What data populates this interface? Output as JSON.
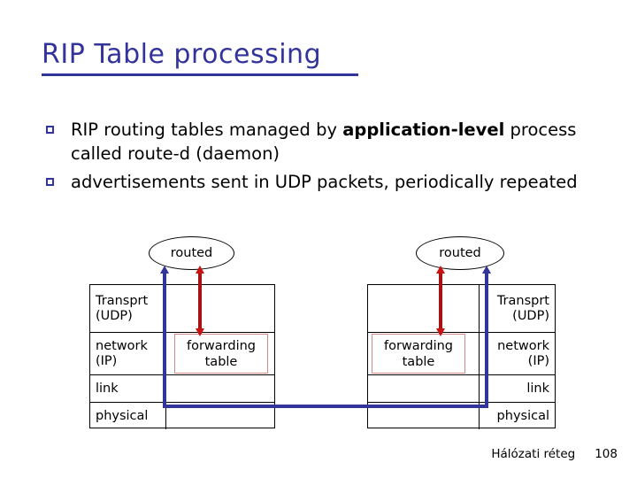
{
  "slide": {
    "title": "RIP Table processing",
    "bullets": [
      {
        "marker": "square-bullet",
        "text_before": "RIP routing tables managed by ",
        "bold": "application-level",
        "text_after": " process called route-d (daemon)"
      },
      {
        "marker": "square-bullet",
        "text_before": "advertisements sent in UDP packets, periodically repeated",
        "bold": "",
        "text_after": ""
      }
    ],
    "diagram": {
      "left_node": {
        "daemon_label": "routed",
        "layers": [
          {
            "name": "transport",
            "label": "Transprt\n(UDP)"
          },
          {
            "name": "network",
            "label": "network\n(IP)"
          },
          {
            "name": "link",
            "label": "link"
          },
          {
            "name": "physical",
            "label": "physical"
          }
        ],
        "forwarding_table_label": "forwarding table"
      },
      "right_node": {
        "daemon_label": "routed",
        "layers": [
          {
            "name": "transport",
            "label": "Transprt\n(UDP)"
          },
          {
            "name": "network",
            "label": "network\n(IP)"
          },
          {
            "name": "link",
            "label": "link"
          },
          {
            "name": "physical",
            "label": "physical"
          }
        ],
        "forwarding_table_label": "forwarding table"
      }
    }
  },
  "layer_labels": {
    "transport_line1": "Transprt",
    "transport_line2": "(UDP)",
    "network_line1": "network",
    "network_line2": "(IP)",
    "link": "link",
    "physical": "physical"
  },
  "forwarding": {
    "line1": "forwarding",
    "line2": "table"
  },
  "daemon": {
    "label": "routed"
  },
  "footer": {
    "section": "Hálózati réteg",
    "page_number": "108"
  },
  "colors": {
    "title_blue": "#33339c",
    "bullet_blue": "#33339c",
    "link_blue": "#33339c",
    "arrow_red": "#cc1111",
    "table_border_red": "#d48a86",
    "text_black": "#000000",
    "background": "#ffffff"
  }
}
